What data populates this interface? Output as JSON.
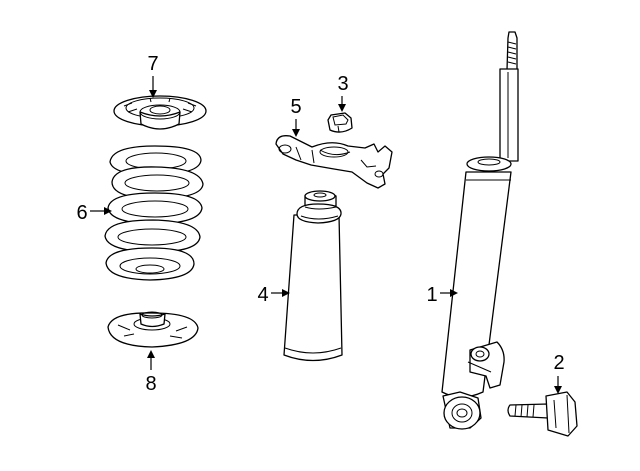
{
  "callouts": {
    "shock_absorber": "1",
    "bolt": "2",
    "nut": "3",
    "dust_boot": "4",
    "upper_mount": "5",
    "coil_spring": "6",
    "upper_insulator": "7",
    "lower_insulator": "8"
  },
  "colors": {
    "line": "#000000",
    "background": "#ffffff"
  }
}
